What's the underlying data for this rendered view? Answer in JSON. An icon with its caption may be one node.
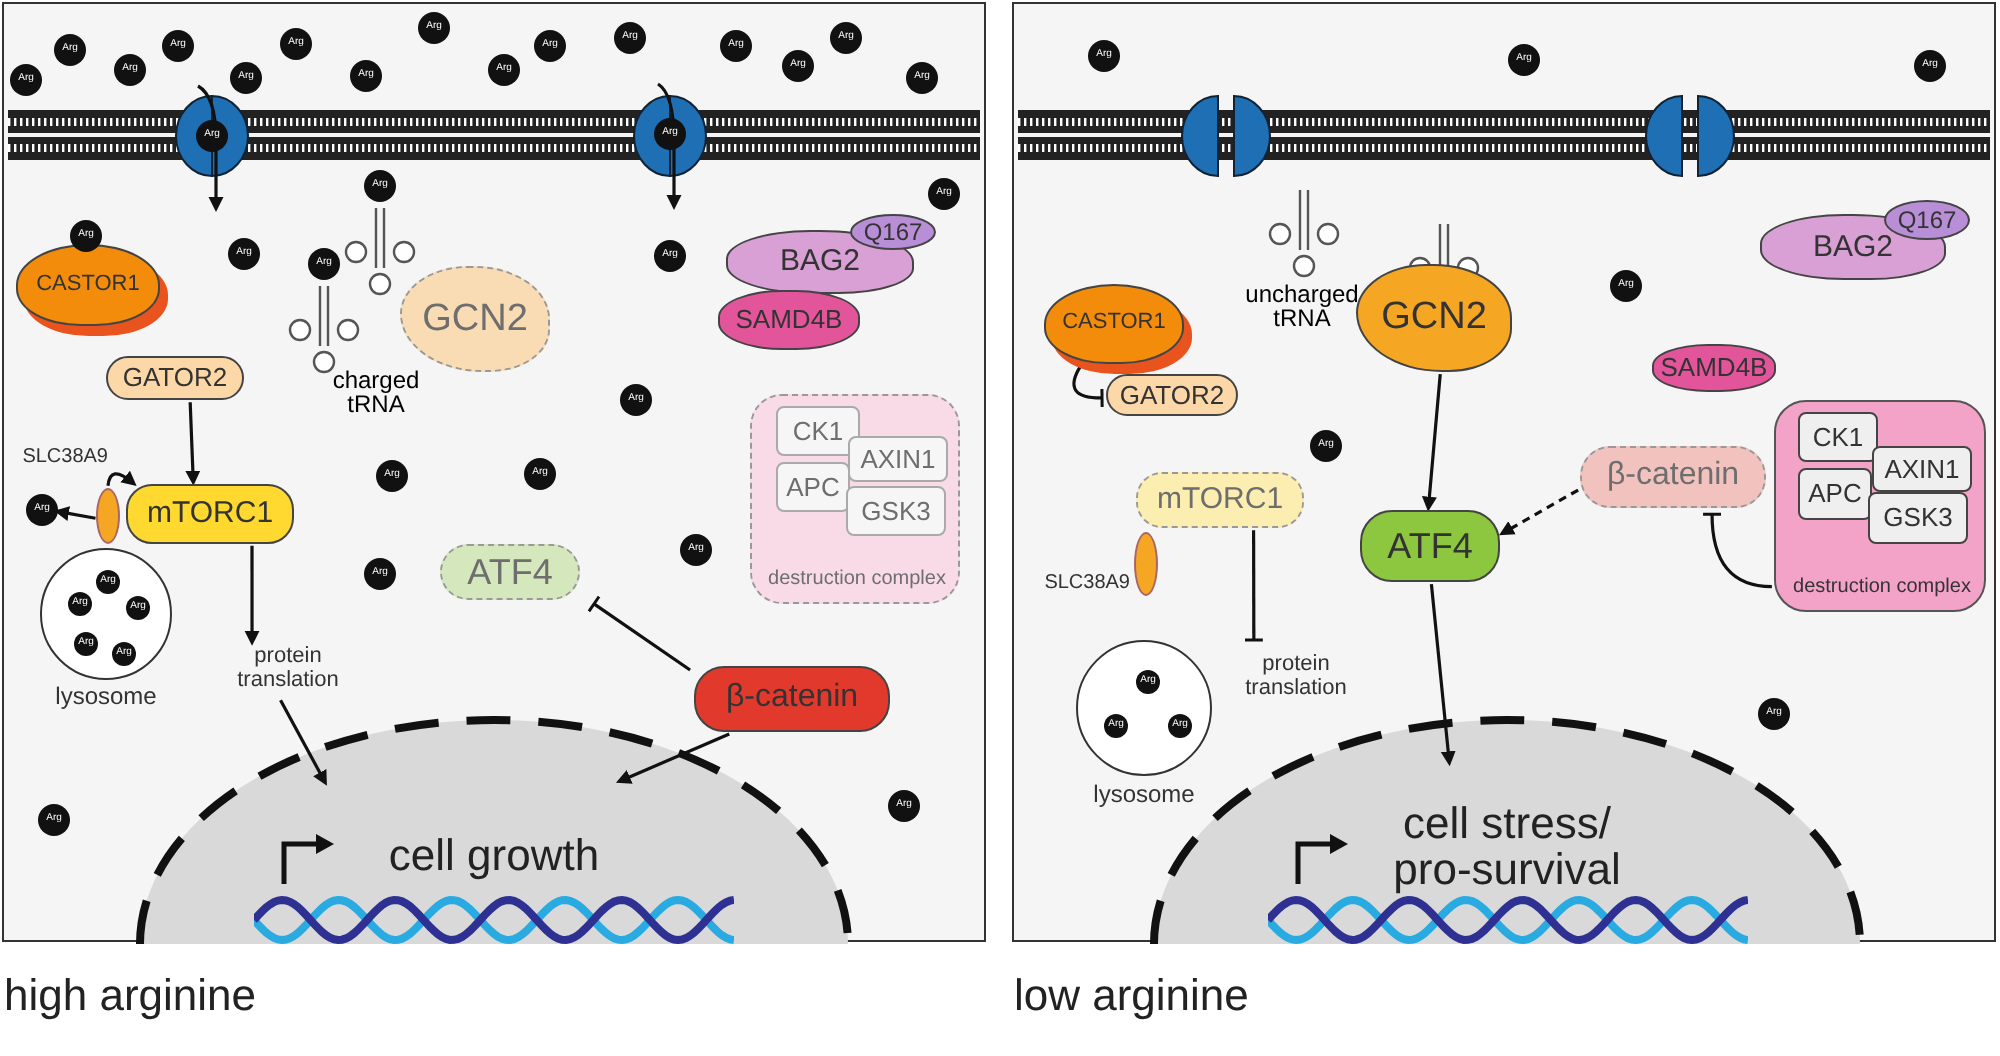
{
  "diagram": {
    "nodes": [
      {
        "text": [
          "high arginine"
        ]
      },
      {
        "text": [
          "low arginine"
        ]
      },
      {
        "text": [
          "Arg"
        ],
        "in": 0
      },
      {
        "text": [
          "Arg"
        ],
        "in": 0
      },
      {
        "text": [
          "Arg"
        ],
        "in": 0
      },
      {
        "text": [
          "Arg"
        ],
        "in": 0
      },
      {
        "text": [
          "Arg"
        ],
        "in": 0
      },
      {
        "text": [
          "Arg"
        ],
        "in": 0
      },
      {
        "text": [
          "Arg"
        ],
        "in": 0
      },
      {
        "text": [
          "Arg"
        ],
        "in": 0
      },
      {
        "text": [
          "Arg"
        ],
        "in": 0
      },
      {
        "text": [
          "Arg"
        ],
        "in": 0
      },
      {
        "text": [
          "Arg"
        ],
        "in": 0
      },
      {
        "text": [
          "Arg"
        ],
        "in": 0
      },
      {
        "text": [
          "Arg"
        ],
        "in": 0
      },
      {
        "text": [
          "Arg"
        ],
        "in": 0
      },
      {
        "text": [
          "Arg"
        ],
        "in": 0
      },
      {
        "text": [
          "Arg"
        ],
        "in": 0
      },
      {
        "text": [
          "Arg"
        ],
        "in": 0
      },
      {
        "text": [
          "CASTOR1"
        ],
        "in": 0
      },
      {
        "text": [
          "Arg"
        ],
        "in": 0
      },
      {
        "text": [
          "Arg"
        ],
        "in": 0
      },
      {
        "text": [
          "Arg"
        ],
        "in": 0
      },
      {
        "text": [
          "Arg"
        ],
        "in": 0
      },
      {
        "text": [
          "GCN2"
        ],
        "in": 0
      },
      {
        "text": [
          "Arg"
        ],
        "in": 0
      },
      {
        "text": [
          "Q167"
        ],
        "in": 0
      },
      {
        "text": [
          "Arg"
        ],
        "in": 0
      },
      {
        "text": [
          "BAG2"
        ],
        "in": 0
      },
      {
        "text": [
          "SAMD4B"
        ],
        "in": 0
      },
      {
        "text": [
          "GATOR2"
        ],
        "in": 0
      },
      {
        "text": [
          "Arg"
        ],
        "in": 0
      },
      {
        "text": [
          "destruction complex"
        ],
        "in": 0
      },
      {
        "text": [
          "CK1"
        ],
        "in": 32
      },
      {
        "text": [
          "AXIN1"
        ],
        "in": 32
      },
      {
        "text": [
          "APC"
        ],
        "in": 32
      },
      {
        "text": [
          "GSK3"
        ],
        "in": 32
      },
      {
        "text": [],
        "shape": "ellipse",
        "beside": [
          "SLC38A9"
        ],
        "in": 0
      },
      {
        "text": [
          "mTORC1"
        ],
        "in": 0
      },
      {
        "text": [
          "Arg"
        ],
        "in": 0
      },
      {
        "text": [
          "Arg"
        ],
        "in": 0
      },
      {
        "text": [
          "Arg"
        ],
        "in": 0
      },
      {
        "text": [],
        "shape": "circle",
        "beside": [
          "lysosome"
        ],
        "in": 0
      },
      {
        "text": [
          "Arg"
        ],
        "in": 42
      },
      {
        "text": [
          "Arg"
        ],
        "in": 42
      },
      {
        "text": [
          "Arg"
        ],
        "in": 42
      },
      {
        "text": [
          "Arg"
        ],
        "in": 42
      },
      {
        "text": [
          "Arg"
        ],
        "in": 42
      },
      {
        "text": [
          "Arg"
        ],
        "in": 0
      },
      {
        "text": [
          "Arg"
        ],
        "in": 0
      },
      {
        "text": [
          "ATF4"
        ],
        "in": 0
      },
      {
        "text": [
          "protein translation"
        ],
        "in": 0
      },
      {
        "text": [
          "β-catenin"
        ],
        "in": 0
      },
      {
        "text": [
          "Arg"
        ],
        "in": 0
      },
      {
        "text": [
          "Arg"
        ],
        "in": 0
      },
      {
        "text": [
          "cell growth"
        ],
        "in": 0
      },
      {
        "text": [
          "Arg"
        ],
        "in": 1
      },
      {
        "text": [
          "Arg"
        ],
        "in": 1
      },
      {
        "text": [
          "Arg"
        ],
        "in": 1
      },
      {
        "text": [
          "Q167"
        ],
        "in": 1
      },
      {
        "text": [
          "BAG2"
        ],
        "in": 1
      },
      {
        "text": [
          "CASTOR1"
        ],
        "in": 1
      },
      {
        "text": [
          "GCN2"
        ],
        "in": 1
      },
      {
        "text": [
          "Arg"
        ],
        "in": 1
      },
      {
        "text": [
          "GATOR2"
        ],
        "in": 1
      },
      {
        "text": [
          "SAMD4B"
        ],
        "in": 1
      },
      {
        "text": [
          "Arg"
        ],
        "in": 1
      },
      {
        "text": [
          "β-catenin"
        ],
        "in": 1
      },
      {
        "text": [
          "destruction complex"
        ],
        "in": 1
      },
      {
        "text": [
          "CK1"
        ],
        "in": 68
      },
      {
        "text": [
          "AXIN1"
        ],
        "in": 68
      },
      {
        "text": [
          "APC"
        ],
        "in": 68
      },
      {
        "text": [
          "GSK3"
        ],
        "in": 68
      },
      {
        "text": [
          "mTORC1"
        ],
        "in": 1
      },
      {
        "text": [
          "ATF4"
        ],
        "in": 1
      },
      {
        "text": [],
        "shape": "ellipse",
        "beside": [
          "SLC38A9"
        ],
        "in": 1
      },
      {
        "text": [
          "protein translation"
        ],
        "in": 1
      },
      {
        "text": [],
        "shape": "circle",
        "beside": [
          "lysosome"
        ],
        "in": 1
      },
      {
        "text": [
          "Arg"
        ],
        "in": 77
      },
      {
        "text": [
          "Arg"
        ],
        "in": 77
      },
      {
        "text": [
          "Arg"
        ],
        "in": 77
      },
      {
        "text": [
          "Arg"
        ],
        "in": 1
      },
      {
        "text": [
          "cell stress/ pro-survival"
        ],
        "in": 1
      }
    ],
    "edges": [
      {
        "from": 30,
        "to": 38,
        "arrow": "to"
      },
      {
        "from": 38,
        "to": 51,
        "arrow": "to"
      },
      {
        "from": 51,
        "to": 55,
        "arrow": "to"
      },
      {
        "from": 52,
        "to": 55,
        "arrow": "to"
      },
      {
        "from": 52,
        "to": 50,
        "arrow": "other"
      },
      {
        "from": 37,
        "to": 38,
        "arrow": "to"
      },
      {
        "from": 37,
        "to": 41,
        "arrow": "to"
      },
      {
        "from": 61,
        "to": 64,
        "arrow": "other"
      },
      {
        "from": 62,
        "to": 74,
        "arrow": "to"
      },
      {
        "from": 67,
        "to": 74,
        "arrow": "to",
        "style": "dashed"
      },
      {
        "from": 68,
        "to": 67,
        "arrow": "other"
      },
      {
        "from": 73,
        "to": 76,
        "arrow": "other"
      },
      {
        "from": 74,
        "to": 82,
        "arrow": "to"
      }
    ],
    "labels": [
      "charged tRNA",
      "uncharged tRNA"
    ]
  }
}
